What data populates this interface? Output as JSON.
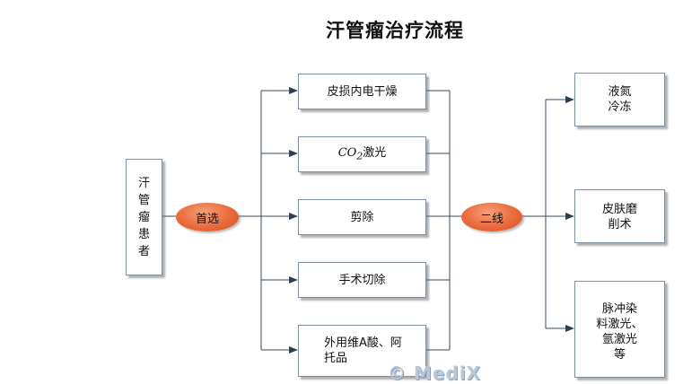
{
  "title": "汗管瘤治疗流程",
  "patient": {
    "chars": [
      "汗",
      "管",
      "瘤",
      "患",
      "者"
    ]
  },
  "first_line": {
    "label": "首选",
    "options": [
      {
        "text": "皮损内电干燥"
      },
      {
        "prefix": "CO",
        "sub": "2",
        "suffix": "激光"
      },
      {
        "text": "剪除"
      },
      {
        "text": "手术切除"
      },
      {
        "line1": "外用维A酸、阿",
        "line2": "托品"
      }
    ]
  },
  "second_line": {
    "label": "二线",
    "options": [
      {
        "line1": "液氮",
        "line2": "冷冻"
      },
      {
        "line1": "皮肤磨",
        "line2": "削术"
      },
      {
        "line1": "脉冲染",
        "line2": "料激光、",
        "line3": "氩激光",
        "line4": "等"
      }
    ]
  },
  "watermark": "© MediX",
  "colors": {
    "line": "#3a4a5c",
    "oval": "#e8693a",
    "border": "#7f8fa0"
  }
}
